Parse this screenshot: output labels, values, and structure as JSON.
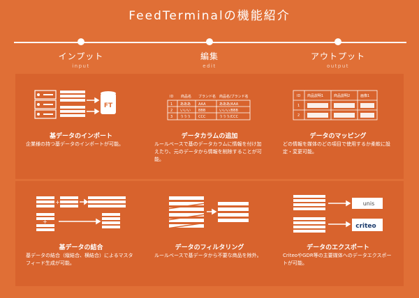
{
  "page": {
    "title": "FeedTerminalの機能紹介"
  },
  "phases": [
    {
      "name": "インプット",
      "sub": "input"
    },
    {
      "name": "編集",
      "sub": "edit"
    },
    {
      "name": "アウトプット",
      "sub": "output"
    }
  ],
  "cards": [
    {
      "title": "基データのインポート",
      "desc": "企業様の持つ基データのインポートが可能。"
    },
    {
      "title": "データカラムの追加",
      "desc": "ルールベースで基のデータカラムに情報を付け加えたり、元のデータから情報を削除することが可能。",
      "table": {
        "headers": [
          "ID",
          "商品名",
          "ブランド名",
          "商品名/ブランド名"
        ],
        "rows": [
          [
            "1",
            "あああ",
            "AAA",
            "あああ/AAA"
          ],
          [
            "2",
            "いいい",
            "BBB",
            "いいい/BBB"
          ],
          [
            "3",
            "ううう",
            "CCC",
            "ううう/CCC"
          ]
        ]
      }
    },
    {
      "title": "データのマッピング",
      "desc": "どの情報を媒体のどの項目で使用するか柔軟に設定・変更可能。",
      "table": {
        "headers": [
          "ID",
          "商品説明1",
          "商品説明2",
          "画像1"
        ],
        "rows": [
          [
            "1"
          ],
          [
            "2"
          ]
        ]
      }
    },
    {
      "title": "基データの結合",
      "desc": "基データの結合（縦結合、横結合）によるマスタフィード生成が可能。"
    },
    {
      "title": "データのフィルタリング",
      "desc": "ルールベースで基データから不要な商品を除外。"
    },
    {
      "title": "データのエクスポート",
      "desc": "CriteoやGDR等の主要媒体へのデータエクスポートが可能。",
      "logos": [
        "unis",
        "criteo"
      ]
    }
  ],
  "icon_logo_text": "FT",
  "colors": {
    "background": "#e06f36",
    "card": "#d8632d",
    "line": "#ffffff"
  }
}
